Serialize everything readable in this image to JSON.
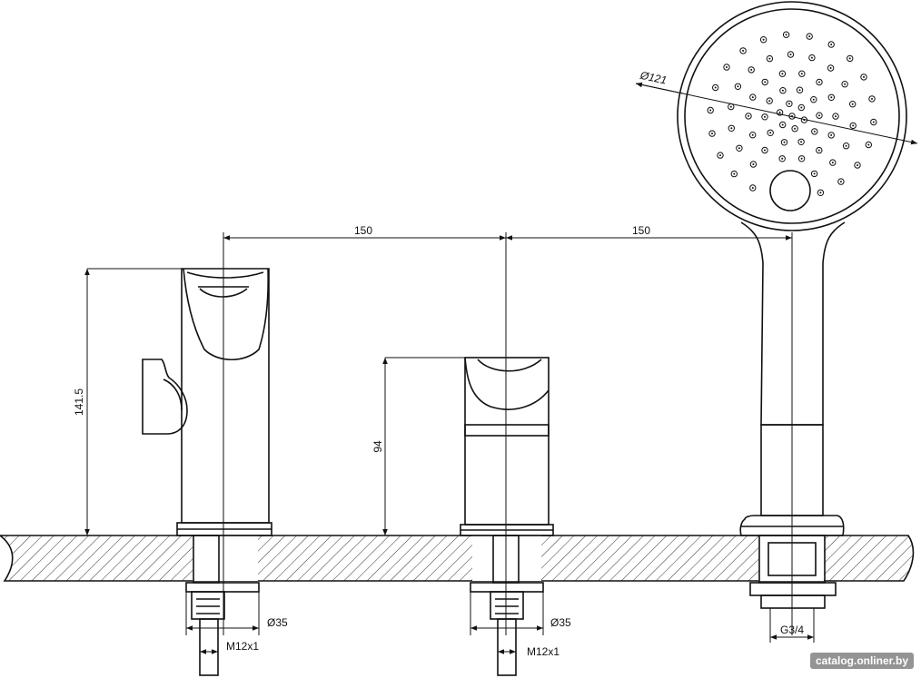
{
  "dimensions": {
    "spacing_left": "150",
    "spacing_right": "150",
    "height_left": "141.5",
    "height_middle": "94",
    "shower_diameter": "Ø121",
    "base_left": "Ø35",
    "base_middle": "Ø35",
    "thread_left": "M12x1",
    "thread_middle": "M12x1",
    "thread_right": "G3/4"
  },
  "watermark": "catalog.onliner.by"
}
